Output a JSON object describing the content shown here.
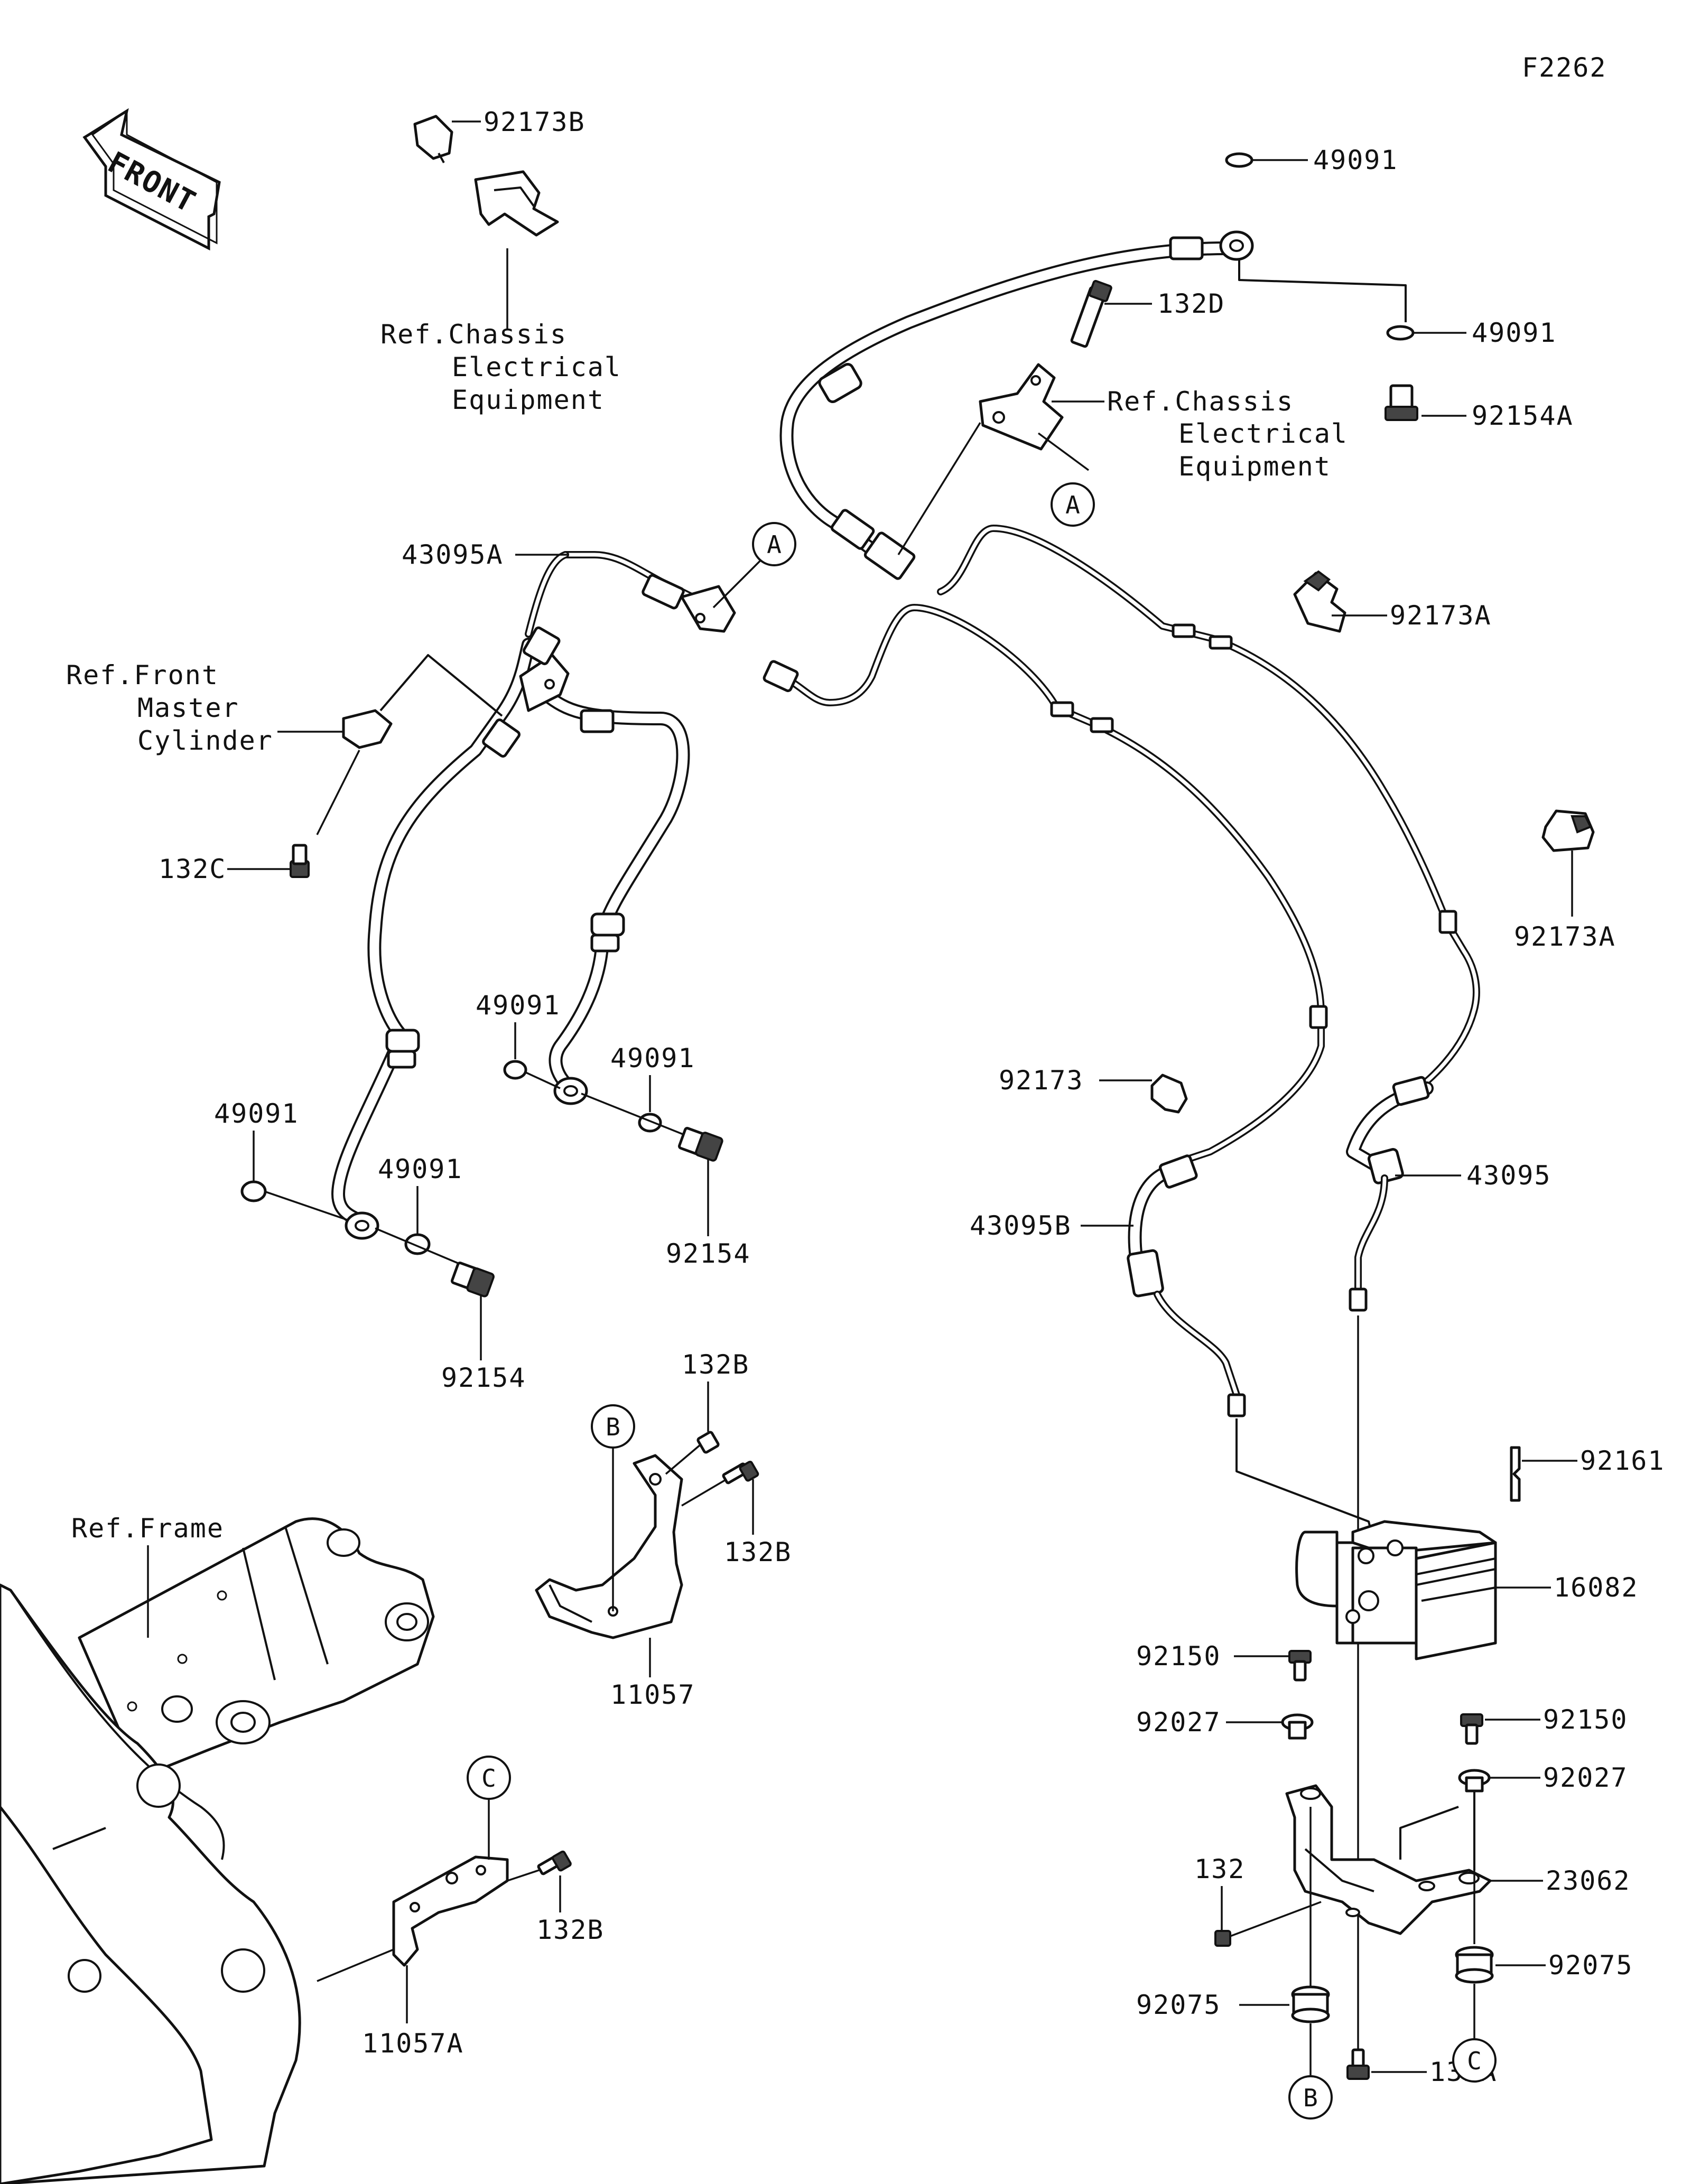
{
  "page": {
    "code": "F2262",
    "front_label": "FRONT"
  },
  "callouts": [
    "A",
    "A",
    "B",
    "B",
    "C",
    "C"
  ],
  "labels": {
    "p92173B": "92173B",
    "ref_chassis_1": [
      "Ref.Chassis",
      "Electrical",
      "Equipment"
    ],
    "p49091_a": "49091",
    "p132D": "132D",
    "p49091_b": "49091",
    "p92154A": "92154A",
    "ref_chassis_2": [
      "Ref.Chassis",
      "Electrical",
      "Equipment"
    ],
    "p43095A": "43095A",
    "p92173A_a": "92173A",
    "ref_front_master": [
      "Ref.Front",
      "Master",
      "Cylinder"
    ],
    "p132C": "132C",
    "p92173A_b": "92173A",
    "p49091_c": "49091",
    "p49091_d": "49091",
    "p49091_e": "49091",
    "p49091_f": "49091",
    "p92154_a": "92154",
    "p92154_b": "92154",
    "p92173": "92173",
    "p43095": "43095",
    "p43095B": "43095B",
    "p132B_a": "132B",
    "p132B_b": "132B",
    "p132B_c": "132B",
    "ref_frame": "Ref.Frame",
    "p11057": "11057",
    "p11057A": "11057A",
    "p92161": "92161",
    "p16082": "16082",
    "p92150_a": "92150",
    "p92150_b": "92150",
    "p92027_a": "92027",
    "p92027_b": "92027",
    "p132": "132",
    "p23062": "23062",
    "p92075_a": "92075",
    "p92075_b": "92075",
    "p132A": "132A"
  }
}
